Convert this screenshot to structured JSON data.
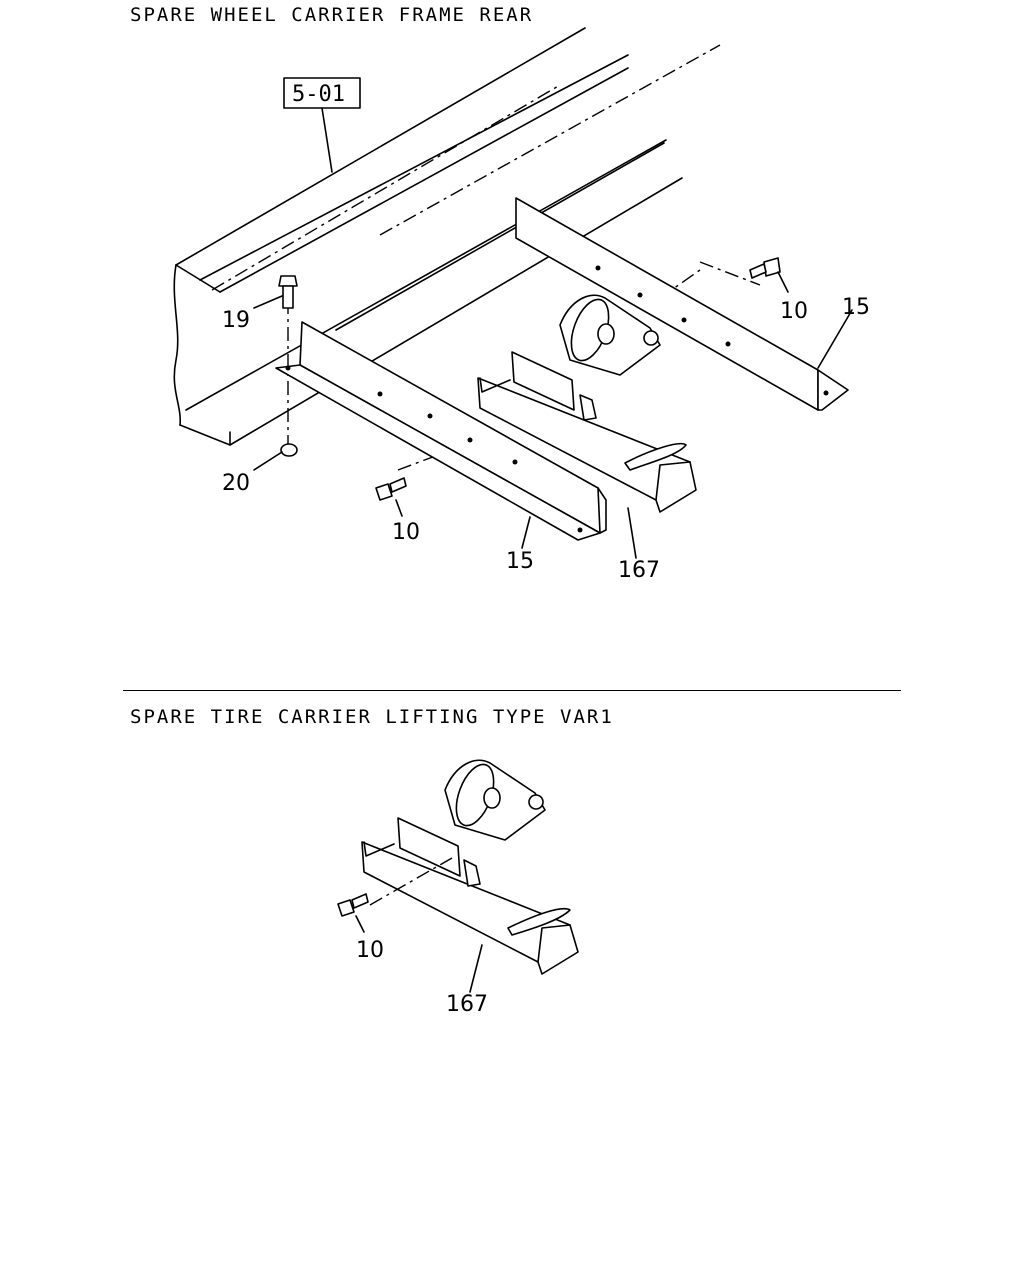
{
  "sections": [
    {
      "title": "SPARE WHEEL CARRIER FRAME REAR"
    },
    {
      "title": "SPARE TIRE CARRIER LIFTING TYPE VAR1"
    }
  ],
  "reference": {
    "label": "5-01"
  },
  "callouts_top": [
    "19",
    "20",
    "10",
    "15",
    "167",
    "10",
    "15"
  ],
  "callouts_bottom": [
    "10",
    "167"
  ]
}
